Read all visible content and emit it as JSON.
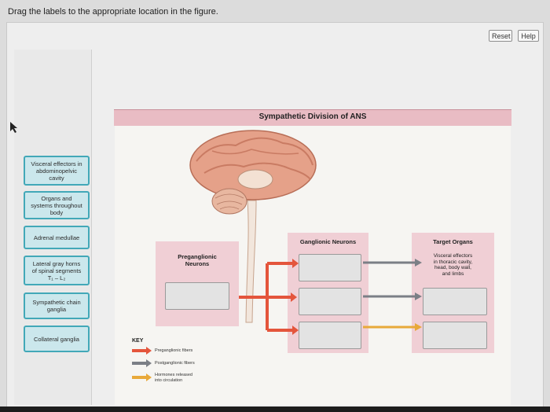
{
  "instruction": "Drag the labels to the appropriate location in the figure.",
  "buttons": {
    "reset": "Reset",
    "help": "Help"
  },
  "labels": [
    "Visceral effectors in\nabdominopelvic\ncavity",
    "Organs and\nsystems throughout\nbody",
    "Adrenal medullae",
    "Lateral gray horns\nof spinal segments\nT₁ – L₂",
    "Sympathetic chain\nganglia",
    "Collateral ganglia"
  ],
  "figure": {
    "title": "Sympathetic Division of ANS",
    "preganglionic_header": "Preganglionic\nNeurons",
    "ganglionic_header": "Ganglionic Neurons",
    "target_header": "Target Organs",
    "target_text": "Visceral effectors\nin thoracic cavity,\nhead, body wall,\nand limbs"
  },
  "key": {
    "title": "KEY",
    "items": [
      {
        "text": "Preganglionic fibers",
        "color": "#e4553c"
      },
      {
        "text": "Postganglionic fibers",
        "color": "#7b7f86"
      },
      {
        "text": "Hormones released\ninto circulation",
        "color": "#e8a93a"
      }
    ]
  },
  "colors": {
    "label_fill": "#cbe7ec",
    "label_border": "#42a8b8",
    "title_band": "#e9bcc4",
    "panel": "#f0cfd5"
  }
}
